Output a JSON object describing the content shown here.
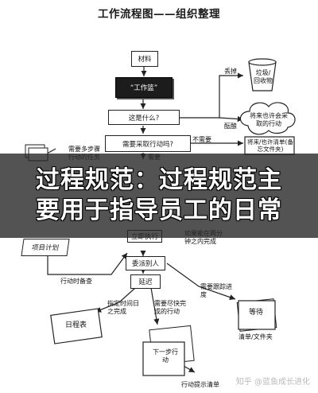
{
  "title": "工作流程图——组织整理",
  "nodes": {
    "materials": "材料",
    "inbox": "“工作篮”",
    "what_is_it": "这是什么?",
    "action_required": "需要采取行动吗?",
    "two_minutes": "如果能在两分钟之内完成",
    "do_it": "立即执行",
    "delegate": "委派别人",
    "defer": "延迟",
    "trash": "垃圾/回收物",
    "someday": "将来也许会采取的行动",
    "reference": "将来/也许清单(备忘文件夹)",
    "multi_step_project": "需要多步骤行动的任务",
    "project_plan": "项目计划",
    "review_for_actions": "行动时备查",
    "calendar": "日程表",
    "specific_time": "指定时间日之完成",
    "asap": "需要尽快完成的行动",
    "waiting_for": "需要跟踪进度",
    "waiting_list": "等待",
    "next_actions": "下一步行动",
    "reminders": "行动提示清单",
    "lists": "清单/文件夹"
  },
  "edge_labels": {
    "discard": "丢掉",
    "hatch": "酝酿",
    "no": "不需要",
    "yes": "需要"
  },
  "banner": {
    "line1": "过程规范：过程规范主",
    "line2": "要用于指导员工的日常"
  },
  "watermark": "知乎 @蓝鱼成长进化"
}
